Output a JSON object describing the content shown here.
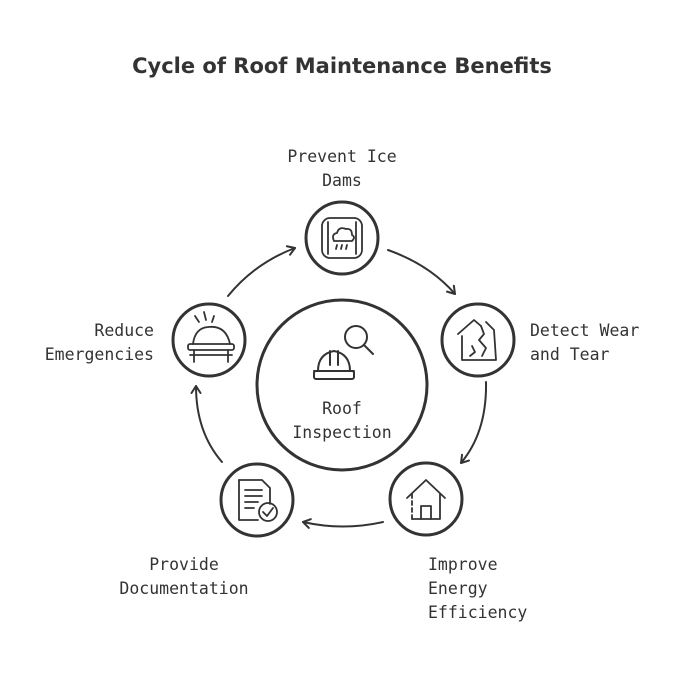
{
  "title": "Cycle of Roof Maintenance Benefits",
  "center": {
    "label": "Roof\nInspection",
    "icon": "hardhat-magnifier-icon"
  },
  "nodes": [
    {
      "label": "Prevent Ice\nDams",
      "icon": "snow-cloud-window-icon"
    },
    {
      "label": "Detect Wear\nand Tear",
      "icon": "cracked-house-icon"
    },
    {
      "label": "Improve\nEnergy\nEfficiency",
      "icon": "house-icon"
    },
    {
      "label": "Provide\nDocumentation",
      "icon": "document-check-icon"
    },
    {
      "label": "Reduce\nEmergencies",
      "icon": "alarm-bench-icon"
    }
  ],
  "colors": {
    "stroke": "#333333",
    "text": "#333333",
    "fill": "#ffffff"
  }
}
